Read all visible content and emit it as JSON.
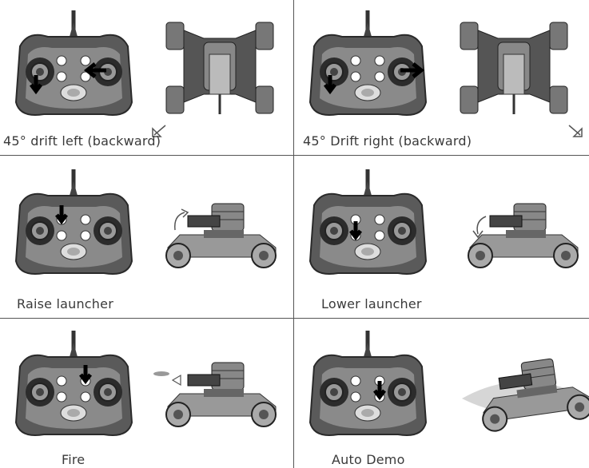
{
  "panels": [
    {
      "caption": "45° drift left (backward)"
    },
    {
      "caption": "45° Drift right (backward)"
    },
    {
      "caption": "Raise launcher"
    },
    {
      "caption": "Lower launcher"
    },
    {
      "caption": "Fire"
    },
    {
      "caption": "Auto Demo"
    }
  ]
}
